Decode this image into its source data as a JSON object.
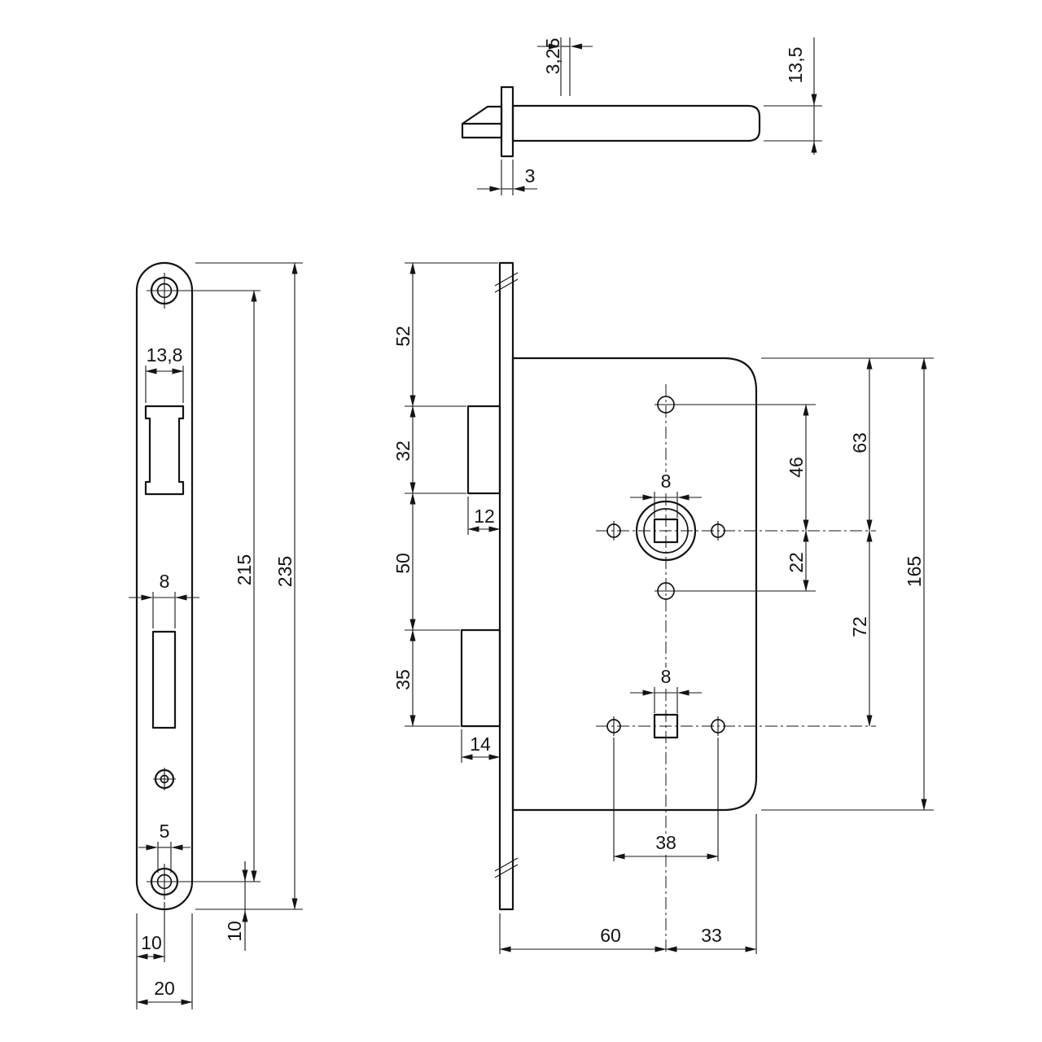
{
  "page": {
    "background": "#ffffff",
    "ink": "#141414",
    "description": "Technical dimension drawing of a mortise door lock: latch bolt profile (top), faceplate front view (left), lock case side view (right)"
  },
  "latch_profile": {
    "dims": {
      "tip_offset": "3,25",
      "width": "13,5",
      "plate_thickness": "3"
    }
  },
  "faceplate": {
    "dims": {
      "latch_cutout": "13,8",
      "bolt_cutout": "8",
      "screw_hole": "5",
      "hole_centers": "215",
      "length": "235",
      "hole_to_end": "10",
      "hole_to_edge": "10",
      "width": "20"
    }
  },
  "lock_case": {
    "dims": {
      "top_to_latch": "52",
      "latch_height": "32",
      "latch_protrusion": "12",
      "latch_to_bolt": "50",
      "bolt_height": "35",
      "bolt_protrusion": "14",
      "spindle_square_upper": "8",
      "spindle_to_top_hole": "46",
      "top_to_spindle": "63",
      "spindle_to_bottom_hole": "22",
      "spindle_centers": "72",
      "case_height": "165",
      "spindle_square_lower": "8",
      "fixing_holes": "38",
      "backset": "60",
      "spindle_to_back": "33"
    }
  }
}
